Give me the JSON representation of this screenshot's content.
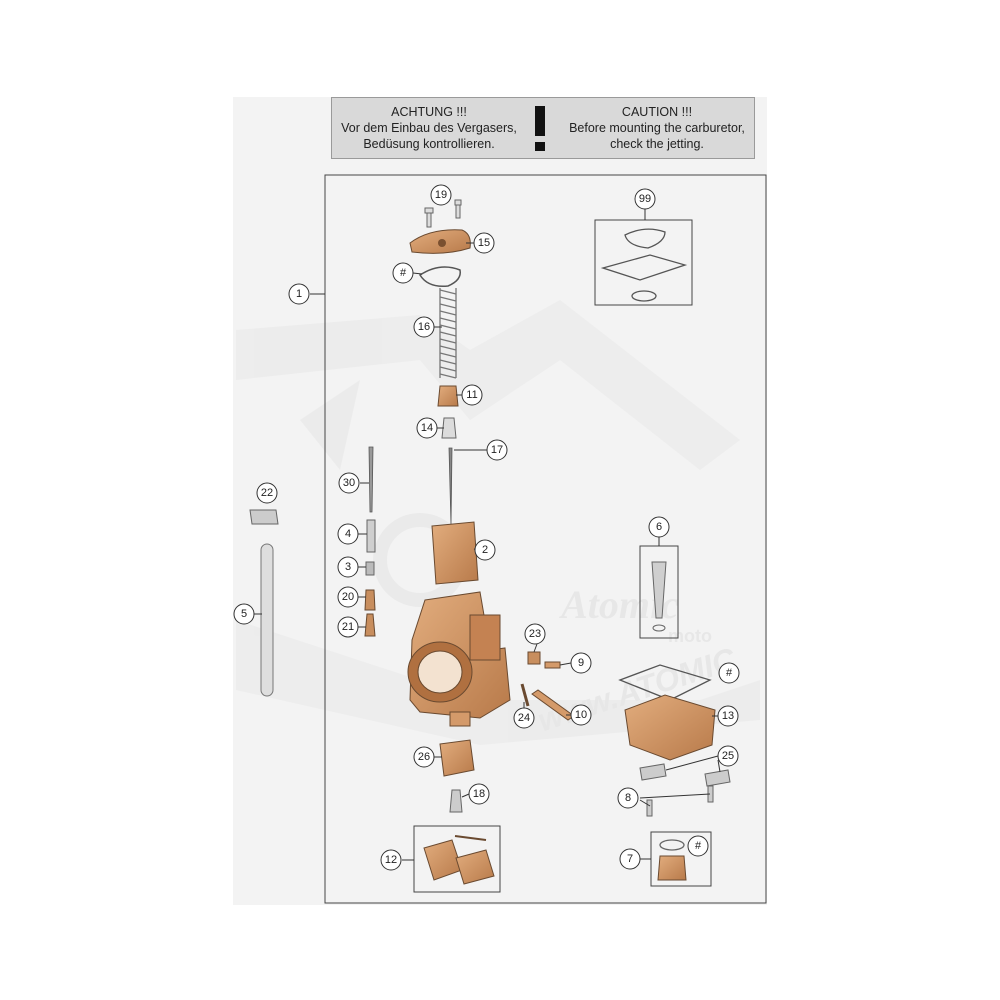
{
  "warning": {
    "de_line1": "ACHTUNG !!!",
    "de_line2": "Vor dem Einbau des Vergasers,",
    "de_line3": "Bedüsung kontrollieren.",
    "en_line1": "CAUTION !!!",
    "en_line2": "Before mounting the carburetor,",
    "en_line3": "check the jetting.",
    "icon": "exclamation-icon"
  },
  "callouts": {
    "c1": "1",
    "c2": "2",
    "c3": "3",
    "c4": "4",
    "c5": "5",
    "c6": "6",
    "c7": "7",
    "c8": "8",
    "c9": "9",
    "c10": "10",
    "c11": "11",
    "c12": "12",
    "c13": "13",
    "c14": "14",
    "c15": "15",
    "c16": "16",
    "c17": "17",
    "c18": "18",
    "c19": "19",
    "c20": "20",
    "c21": "21",
    "c22": "22",
    "c23": "23",
    "c24": "24",
    "c25": "25",
    "c26": "26",
    "c30": "30",
    "c99": "99",
    "hash_a": "#",
    "hash_b": "#",
    "hash_c": "#"
  },
  "watermark": {
    "line1": "Atomic",
    "line2": "moto",
    "line3": "www.ATOMIC"
  },
  "colors": {
    "part_fill": "#d49a6a",
    "part_stroke": "#6a4a30",
    "line": "#333333",
    "sheet": "#f3f3f3",
    "warning_bg": "#d9d9d9"
  }
}
